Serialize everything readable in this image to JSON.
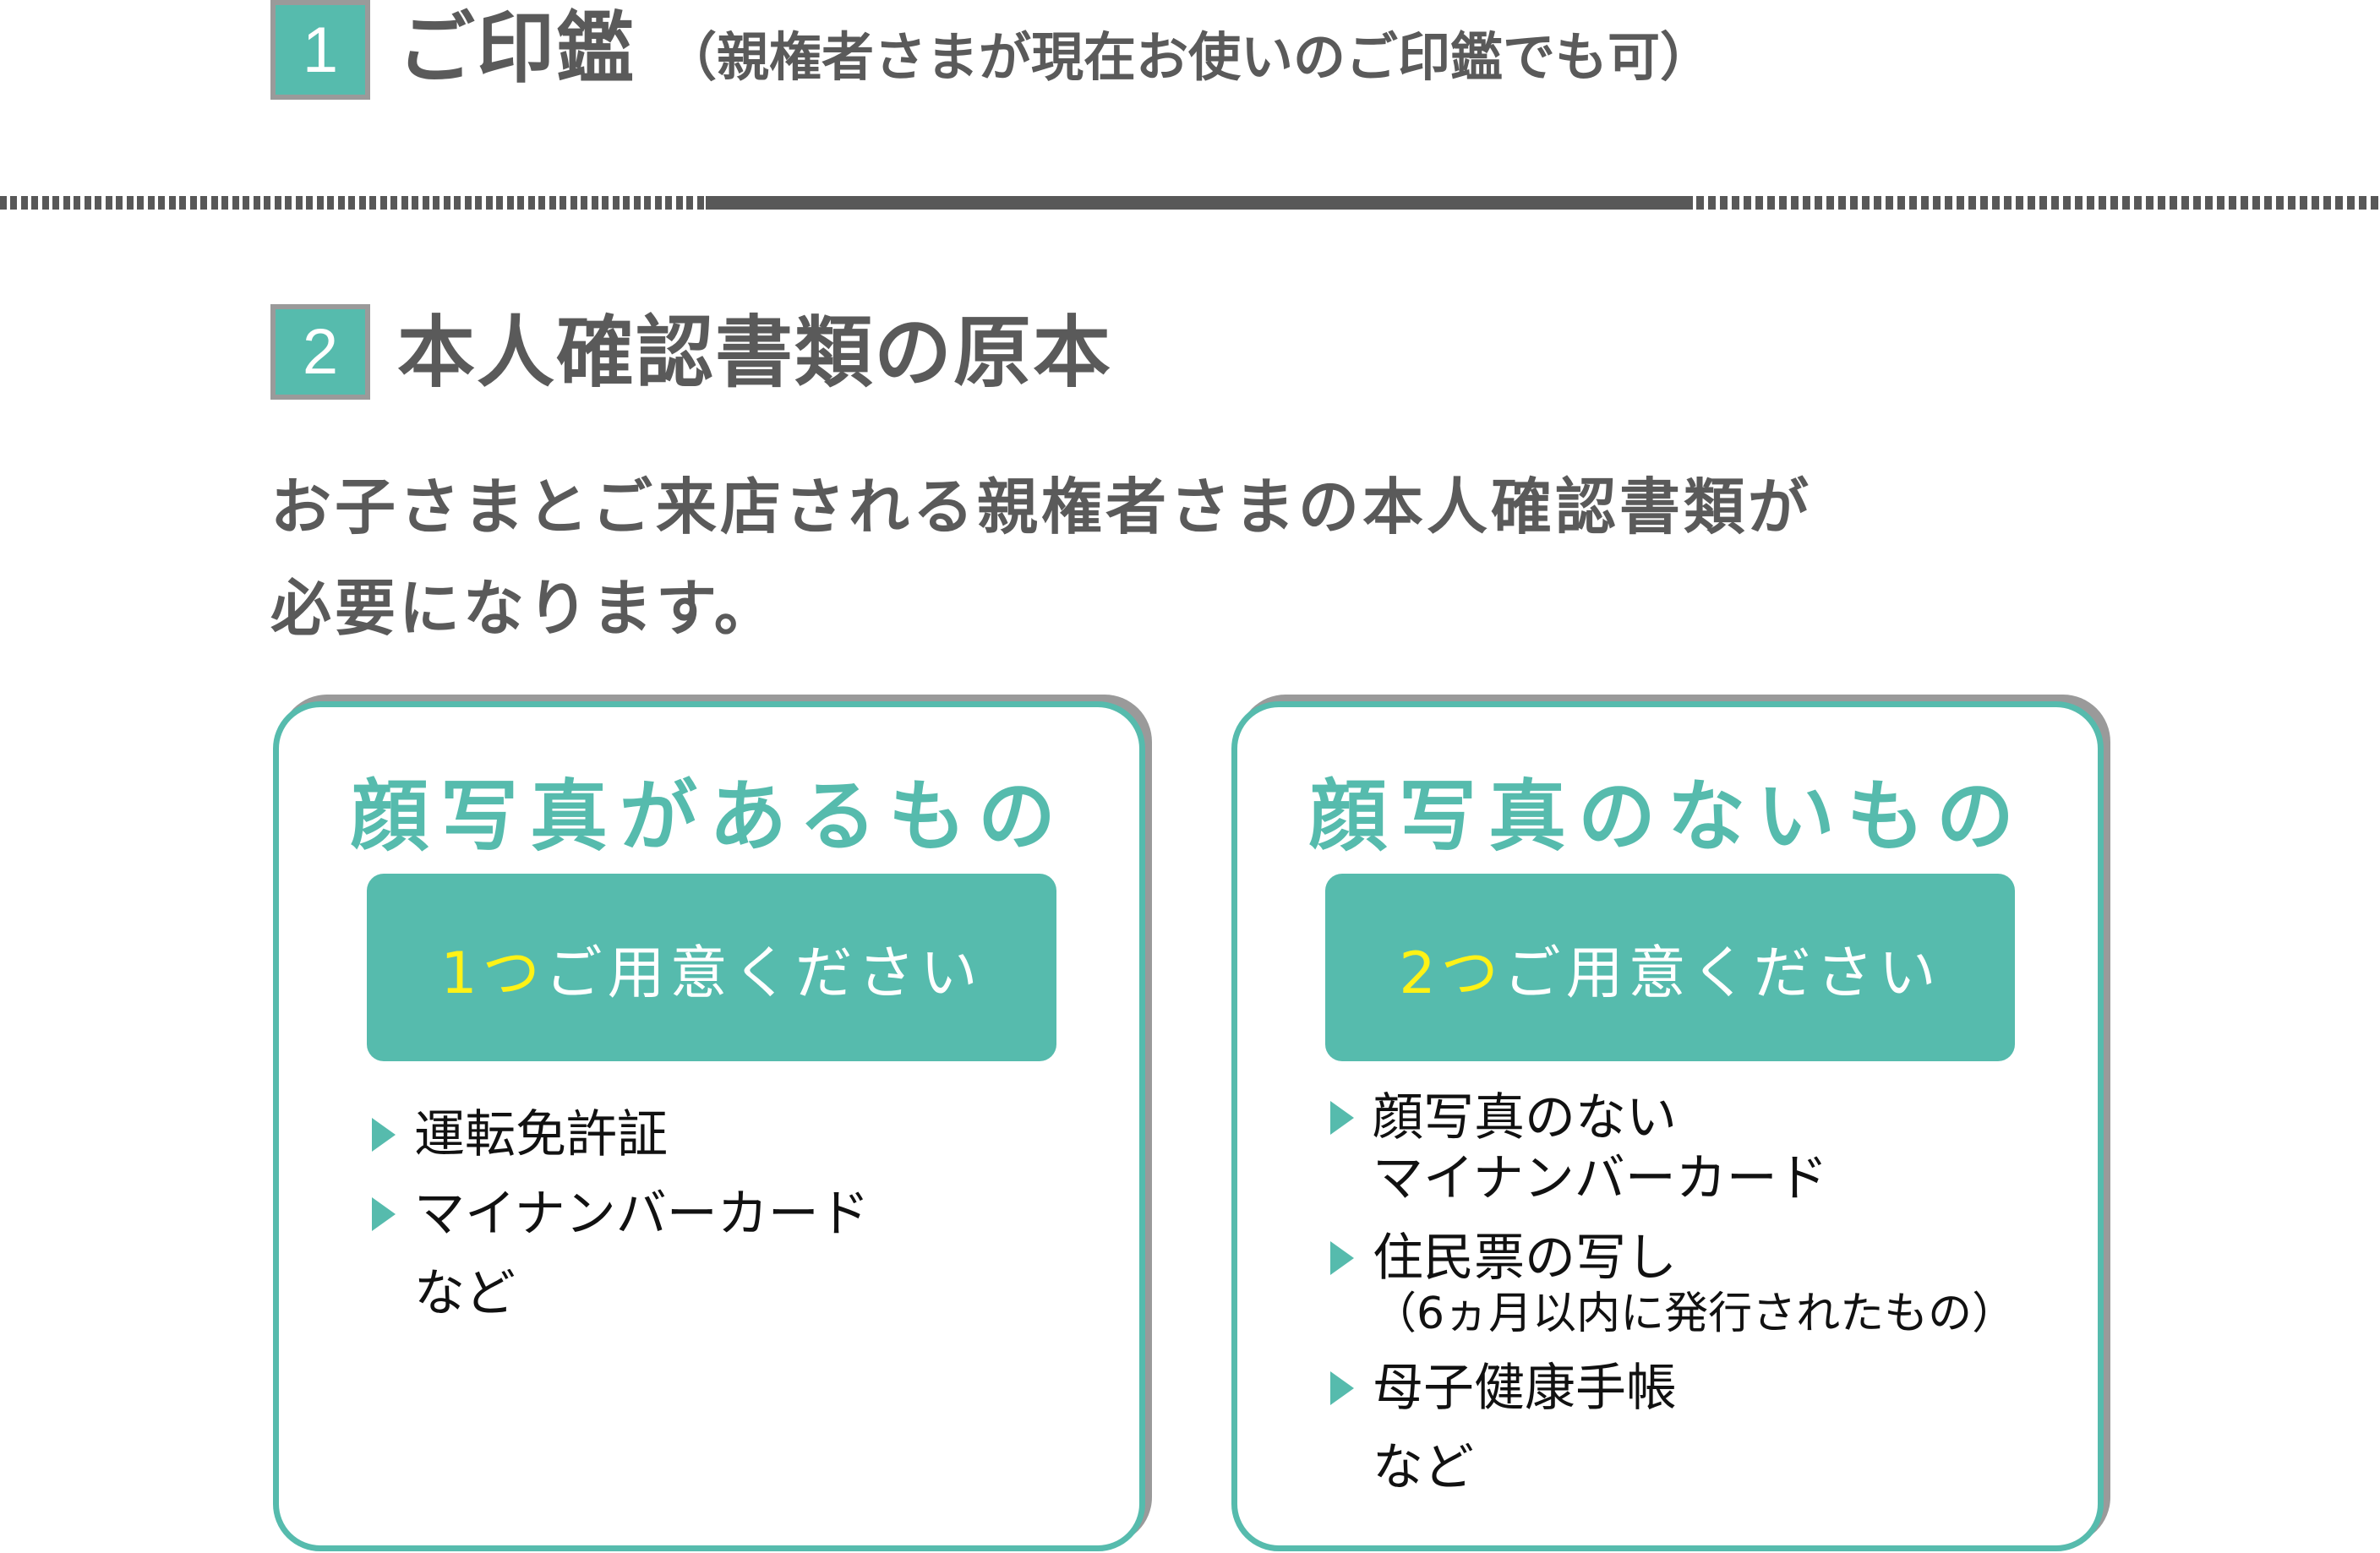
{
  "section1": {
    "number": "1",
    "title": "ご印鑑",
    "subtitle": "（親権者さまが現在お使いのご印鑑でも可）"
  },
  "section2": {
    "number": "2",
    "title": "本人確認書類の原本",
    "description_line1": "お子さまとご来店される親権者さまの本人確認書類が",
    "description_line2": "必要になります。"
  },
  "cards": [
    {
      "title": "顔写真があるもの",
      "pill_number": "1つ",
      "pill_text": "ご用意ください",
      "items": [
        {
          "label": "運転免許証"
        },
        {
          "label": "マイナンバーカード"
        }
      ],
      "etc": "など"
    },
    {
      "title": "顔写真のないもの",
      "pill_number": "2つ",
      "pill_text": "ご用意ください",
      "items": [
        {
          "label": "顔写真のない",
          "label2": "マイナンバーカード"
        },
        {
          "label": "住民票の写し",
          "note": "（6ヵ月以内に発行されたもの）"
        },
        {
          "label": "母子健康手帳"
        }
      ],
      "etc": "など"
    }
  ],
  "colors": {
    "accent": "#56bbad",
    "heading_text": "#5a5a5a",
    "highlight": "#fff216",
    "badge_border": "#9a9a9a"
  }
}
